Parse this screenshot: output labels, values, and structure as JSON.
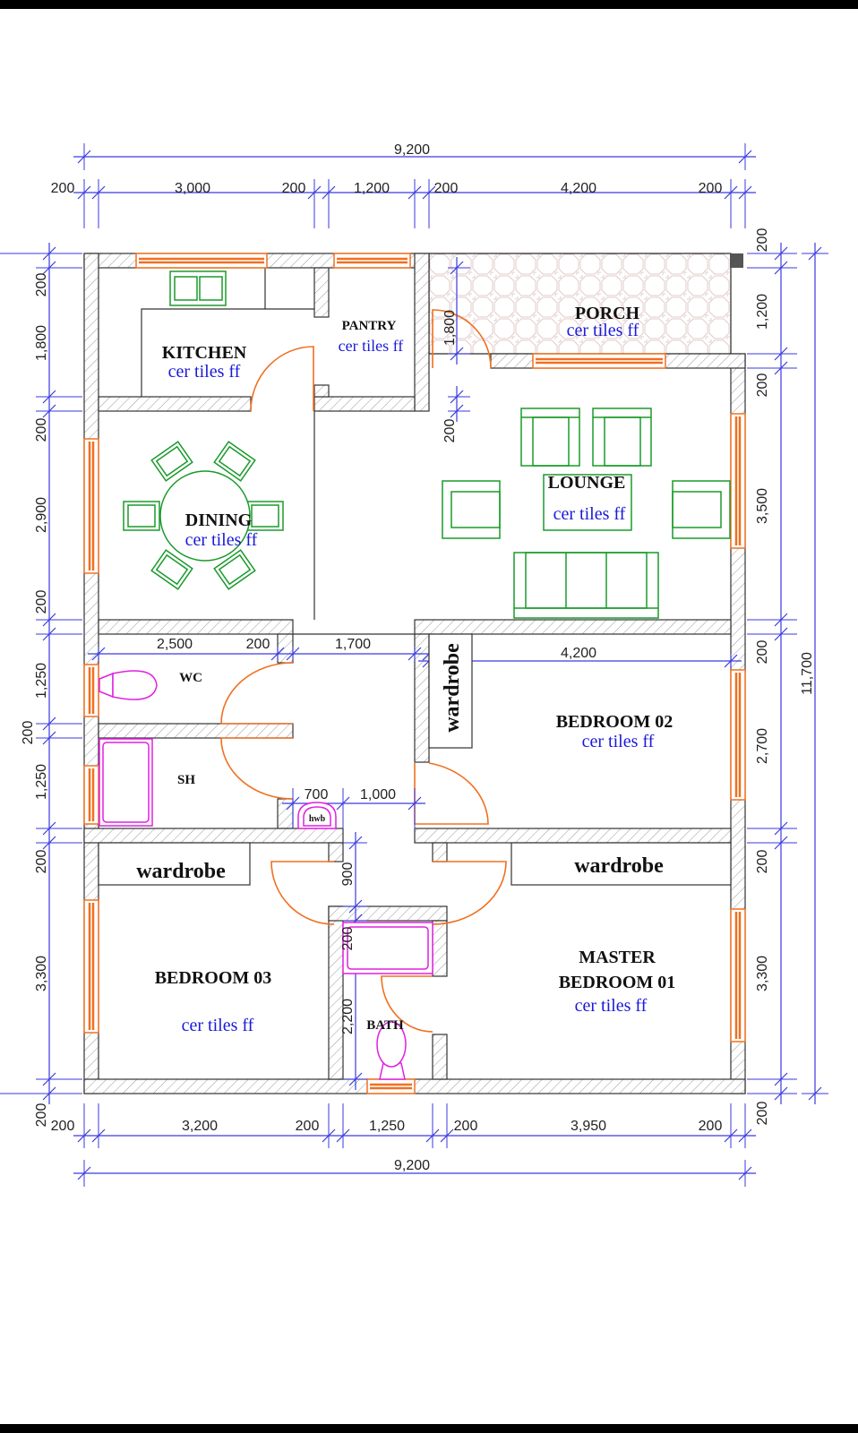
{
  "dimensions": {
    "top_overall": "9,200",
    "top": [
      "200",
      "3,000",
      "200",
      "1,200",
      "200",
      "4,200",
      "200"
    ],
    "bottom": [
      "200",
      "3,200",
      "200",
      "1,250",
      "200",
      "3,950",
      "200"
    ],
    "bottom_overall": "9,200",
    "left": [
      "200",
      "1,800",
      "200",
      "2,900",
      "200",
      "1,250",
      "200",
      "1,250",
      "200",
      "3,300",
      "200"
    ],
    "right": [
      "200",
      "1,200",
      "200",
      "3,500",
      "200",
      "2,700",
      "200",
      "3,300",
      "200"
    ],
    "right_overall": "11,700",
    "interior": {
      "wc_width": "2,500",
      "wc_wall": "200",
      "corridor": "1,700",
      "bedroom02_width": "4,200",
      "hwb_width": "700",
      "passage_width": "1,000",
      "porch_door": "1,800",
      "lounge_wall": "200",
      "bath_passage": "900",
      "bath_wall": "200",
      "bath_depth": "2,200"
    }
  },
  "rooms": {
    "kitchen": {
      "name": "KITCHEN",
      "finish": "cer tiles ff"
    },
    "pantry": {
      "name": "PANTRY",
      "finish": "cer tiles ff"
    },
    "porch": {
      "name": "PORCH",
      "finish": "cer tiles ff"
    },
    "dining": {
      "name": "DINING",
      "finish": "cer tiles ff"
    },
    "lounge": {
      "name": "LOUNGE",
      "finish": "cer tiles ff"
    },
    "wc": {
      "name": "WC"
    },
    "sh": {
      "name": "SH"
    },
    "bedroom02": {
      "name": "BEDROOM 02",
      "finish": "cer tiles ff"
    },
    "bedroom03": {
      "name": "BEDROOM 03",
      "finish": "cer tiles ff"
    },
    "master": {
      "name_line1": "MASTER",
      "name_line2": "BEDROOM 01",
      "finish": "cer tiles ff"
    },
    "bath": {
      "name": "BATH"
    },
    "hwb": "hwb",
    "wardrobe_bedroom02": "wardrobe",
    "wardrobe_bedroom03": "wardrobe",
    "wardrobe_master": "wardrobe"
  },
  "colors": {
    "wall_outline": "#333333",
    "dimension": "#3a3ae0",
    "window_door": "#f07020",
    "furniture": "#1a9a2a",
    "sanitary": "#e020e0",
    "finish_text": "#1a1ad8"
  }
}
